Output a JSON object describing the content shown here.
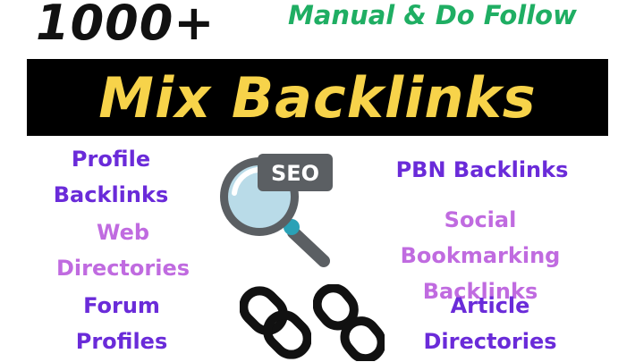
{
  "header": {
    "count": "1000+",
    "tagline": "Manual & Do Follow"
  },
  "banner": {
    "title": "Mix Backlinks"
  },
  "features": {
    "profile_line1": "Profile",
    "profile_line2": "Backlinks",
    "web_line1": "Web",
    "web_line2": "Directories",
    "forum_line1": "Forum",
    "forum_line2": "Profiles",
    "pbn": "PBN Backlinks",
    "social_line1": "Social Bookmarking",
    "social_line2": "Backlinks",
    "article_line1": "Article",
    "article_line2": "Directories"
  },
  "icons": {
    "seo_badge": "SEO",
    "magnifier": "magnifier-icon",
    "links": "chain-link-icon"
  },
  "colors": {
    "banner_bg": "#000000",
    "banner_text": "#f7d34a",
    "tagline": "#1fae63",
    "purple": "#6a2bd9",
    "lilac": "#c06be0"
  }
}
